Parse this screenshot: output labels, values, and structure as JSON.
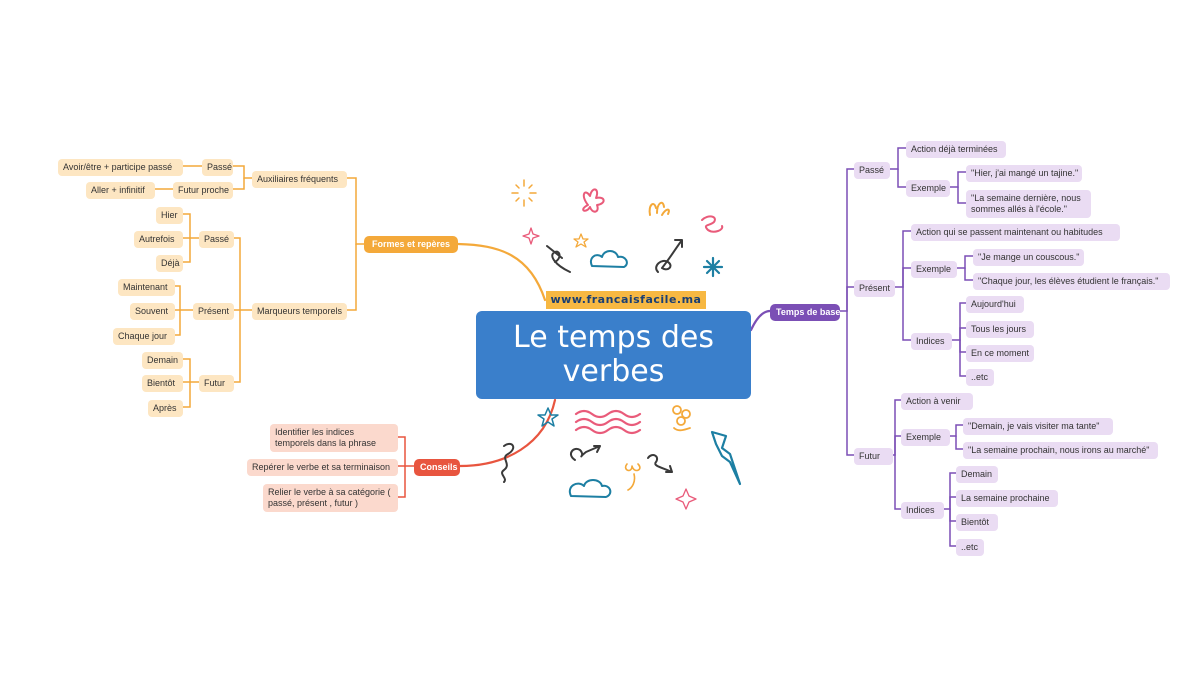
{
  "center_title": "Le temps des verbes",
  "website": "www.francaisfacile.ma",
  "colors": {
    "orange": "#f4a93a",
    "purple": "#7b4fb5",
    "red": "#e8553f",
    "blue": "#3a7fcb"
  },
  "left": {
    "formes": {
      "label": "Formes et repères",
      "auxiliaires": {
        "label": "Auxiliaires fréquents",
        "passe": {
          "label": "Passé",
          "item": "Avoir/être + participe passé"
        },
        "futur_proche": {
          "label": "Futur proche",
          "item": "Aller + infinitif"
        }
      },
      "marqueurs": {
        "label": "Marqueurs temporels",
        "passe": {
          "label": "Passé",
          "items": [
            "Hier",
            "Autrefois",
            "Déjà"
          ]
        },
        "present": {
          "label": "Présent",
          "items": [
            "Maintenant",
            "Souvent",
            "Chaque jour"
          ]
        },
        "futur": {
          "label": "Futur",
          "items": [
            "Demain",
            "Bientôt",
            "Après"
          ]
        }
      }
    },
    "conseils": {
      "label": "Conseils",
      "items": [
        "Identifier les indices temporels dans la phrase",
        "Repérer le verbe et sa terminaison",
        "Relier le verbe à sa catégorie ( passé, présent , futur )"
      ]
    }
  },
  "right": {
    "temps": {
      "label": "Temps de base",
      "passe": {
        "label": "Passé",
        "definition": "Action déjà terminées",
        "exemple_label": "Exemple",
        "exemples": [
          "\"Hier, j'ai mangé un tajine.\"",
          "\"La semaine dernière, nous sommes allés à l'école.\""
        ]
      },
      "present": {
        "label": "Présent",
        "definition": "Action qui se passent maintenant ou habitudes",
        "exemple_label": "Exemple",
        "exemples": [
          "\"Je mange un couscous.\"",
          "\"Chaque jour, les élèves étudient le français.\""
        ],
        "indices_label": "Indices",
        "indices": [
          "Aujourd'hui",
          "Tous les jours",
          "En ce moment",
          "..etc"
        ]
      },
      "futur": {
        "label": "Futur",
        "definition": "Action à venir",
        "exemple_label": "Exemple",
        "exemples": [
          "\"Demain, je vais visiter ma tante\"",
          "\"La semaine prochain, nous irons au marché\""
        ],
        "indices_label": "Indices",
        "indices": [
          "Demain",
          "La semaine prochaine",
          "Bientôt",
          "..etc"
        ]
      }
    }
  }
}
